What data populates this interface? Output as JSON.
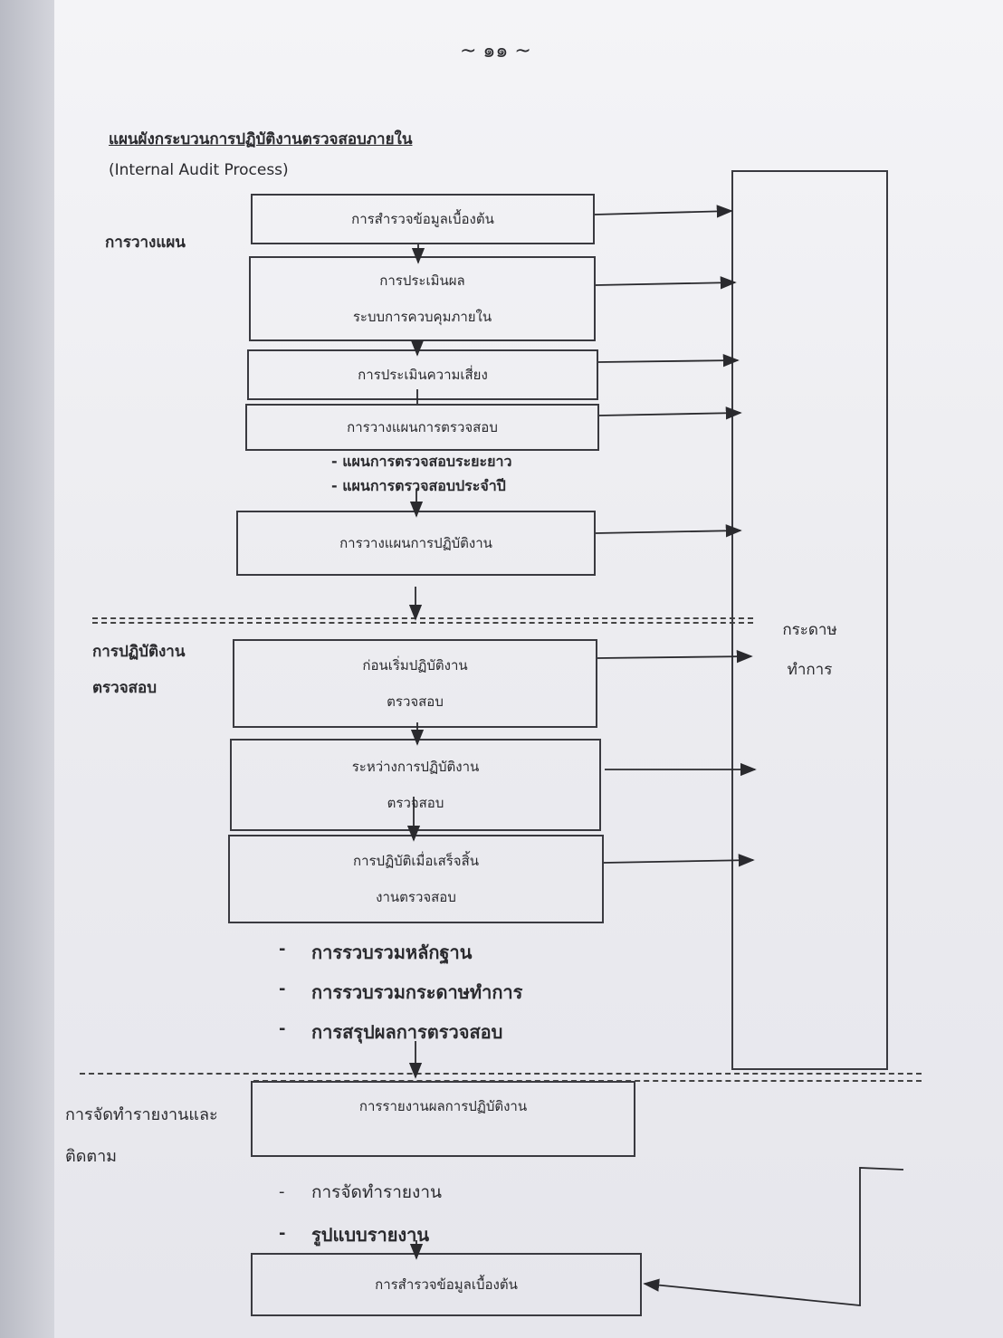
{
  "page_number": "~ ๑๑ ~",
  "title": "แผนผังกระบวนการปฏิบัติงานตรวจสอบภายใน",
  "subtitle": "(Internal  Audit  Process)",
  "sections": {
    "planning": "การวางแผน",
    "fieldwork_line1": "การปฏิบัติงาน",
    "fieldwork_line2": "ตรวจสอบ",
    "reporting_line1": "การจัดทำรายงานและ",
    "reporting_line2": "ติดตาม"
  },
  "boxes": {
    "survey": "การสำรวจข้อมูลเบื้องต้น",
    "eval_line1": "การประเมินผล",
    "eval_line2": "ระบบการควบคุมภายใน",
    "risk": "การประเมินความเสี่ยง",
    "audit_plan": "การวางแผนการตรวจสอบ",
    "work_plan": "การวางแผนการปฏิบัติงาน",
    "before_line1": "ก่อนเริ่มปฏิบัติงาน",
    "before_line2": "ตรวจสอบ",
    "during_line1": "ระหว่างการปฏิบัติงาน",
    "during_line2": "ตรวจสอบ",
    "after_line1": "การปฏิบัติเมื่อเสร็จสิ้น",
    "after_line2": "งานตรวจสอบ",
    "report": "การรายงานผลการปฏิบัติงาน",
    "followup": "การสำรวจข้อมูลเบื้องต้น"
  },
  "plan_items": [
    "- แผนการตรวจสอบระยะยาว",
    "- แผนการตรวจสอบประจำปี"
  ],
  "fieldwork_items": [
    "การรวบรวมหลักฐาน",
    "การรวบรวมกระดาษทำการ",
    "การสรุปผลการตรวจสอบ"
  ],
  "report_items": [
    "การจัดทำรายงาน",
    "รูปแบบรายงาน"
  ],
  "bullet_dash": "-",
  "working_papers_line1": "กระดาษ",
  "working_papers_line2": "ทำการ"
}
